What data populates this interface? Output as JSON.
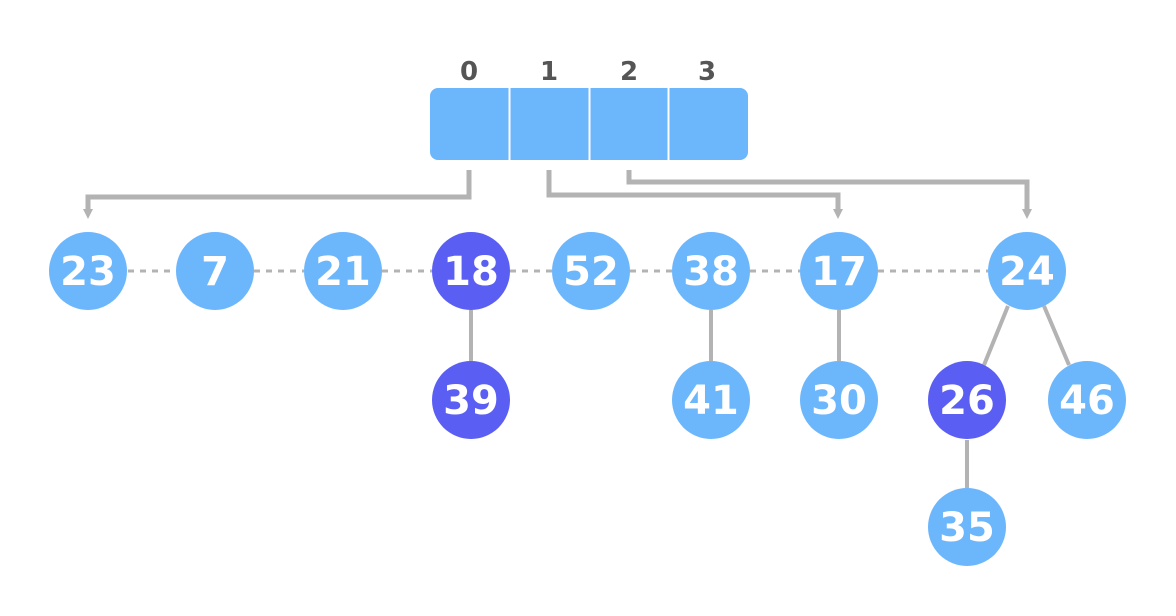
{
  "colors": {
    "node": "#6cb6fc",
    "marked_node": "#5a5ef3",
    "array": "#6cb6fc",
    "edge": "#b3b3b3",
    "index_text": "#555555",
    "node_text": "#ffffff"
  },
  "array": {
    "indices": [
      "0",
      "1",
      "2",
      "3"
    ]
  },
  "nodes": [
    {
      "id": "n23",
      "label": "23",
      "marked": false
    },
    {
      "id": "n7",
      "label": "7",
      "marked": false
    },
    {
      "id": "n21",
      "label": "21",
      "marked": false
    },
    {
      "id": "n18",
      "label": "18",
      "marked": true
    },
    {
      "id": "n52",
      "label": "52",
      "marked": false
    },
    {
      "id": "n38",
      "label": "38",
      "marked": false
    },
    {
      "id": "n17",
      "label": "17",
      "marked": false
    },
    {
      "id": "n24",
      "label": "24",
      "marked": false
    },
    {
      "id": "n39",
      "label": "39",
      "marked": true
    },
    {
      "id": "n41",
      "label": "41",
      "marked": false
    },
    {
      "id": "n30",
      "label": "30",
      "marked": false
    },
    {
      "id": "n26",
      "label": "26",
      "marked": true
    },
    {
      "id": "n46",
      "label": "46",
      "marked": false
    },
    {
      "id": "n35",
      "label": "35",
      "marked": false
    }
  ],
  "root_list": [
    "n23",
    "n7",
    "n21",
    "n18",
    "n52",
    "n38",
    "n17",
    "n24"
  ],
  "child_edges": [
    [
      "n18",
      "n39"
    ],
    [
      "n38",
      "n41"
    ],
    [
      "n17",
      "n30"
    ],
    [
      "n24",
      "n26"
    ],
    [
      "n24",
      "n46"
    ],
    [
      "n26",
      "n35"
    ]
  ],
  "array_pointers": [
    {
      "index": "0",
      "target": "n23"
    },
    {
      "index": "1",
      "target": "n17"
    },
    {
      "index": "2",
      "target": "n24"
    }
  ]
}
